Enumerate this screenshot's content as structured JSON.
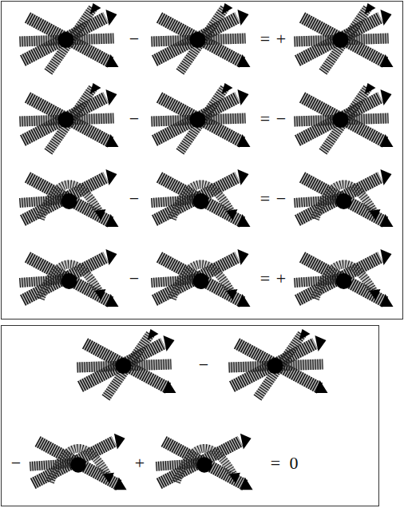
{
  "diagram": {
    "labels": [
      "−",
      "=",
      "+",
      "−",
      "=",
      "−",
      "−",
      "=",
      "−",
      "−",
      "=",
      "+",
      "−",
      "−",
      "+",
      "=",
      "0"
    ]
  }
}
